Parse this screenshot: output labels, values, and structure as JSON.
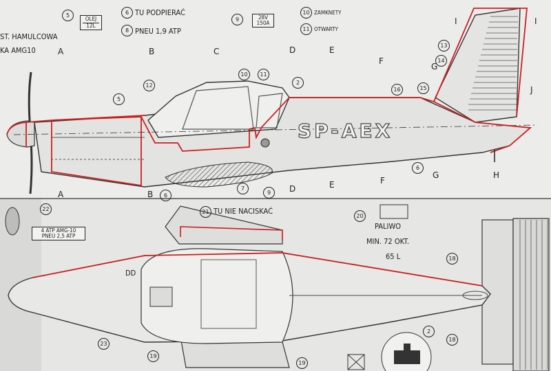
{
  "side_view": {
    "registration": "SP-AEX",
    "oil_note": {
      "circle": "5",
      "top": "OLEJ",
      "bottom": "12L"
    },
    "support_note": {
      "circle": "6",
      "text": "TU PODPIERAĆ"
    },
    "tire_note": {
      "circle": "8",
      "text": "PNEU 1,9 ATP"
    },
    "battery_note": {
      "circle": "9",
      "line1": "28V",
      "line2": "150A"
    },
    "closed_note": {
      "circle": "10",
      "text": "ZAMKNETY"
    },
    "open_note": {
      "circle": "11",
      "text": "OTWARTY"
    },
    "brake_fragment_1": "ST. HAMULCOWA",
    "brake_fragment_2": "KA AMG10",
    "stations_top": [
      "A",
      "B",
      "C",
      "D",
      "E",
      "F",
      "G",
      "I",
      "I",
      "J"
    ],
    "stations_bottom": [
      "A",
      "B",
      "D",
      "E",
      "F",
      "G",
      "H"
    ],
    "callouts": [
      "5",
      "12",
      "10",
      "11",
      "2",
      "13",
      "14",
      "15",
      "16",
      "6",
      "6",
      "7",
      "9"
    ]
  },
  "top_view": {
    "no_step_note": {
      "circle": "21",
      "text": "TU NIE NACISKAĆ"
    },
    "pressure_note": {
      "circle": "22",
      "line1": "4 ATP AMG-10",
      "line2": "PNEU 2,5 ATP"
    },
    "fuel_note": {
      "circle": "20",
      "line1": "PALIWO",
      "line2": "MIN. 72 OKT.",
      "line3": "65 L"
    },
    "callouts": [
      "18",
      "18",
      "2",
      "23",
      "19",
      "19"
    ],
    "dd_marks": "DD"
  },
  "colors": {
    "paper": "#e9e9e7",
    "ink": "#1d1d1d",
    "outline_red": "#cc2020"
  }
}
